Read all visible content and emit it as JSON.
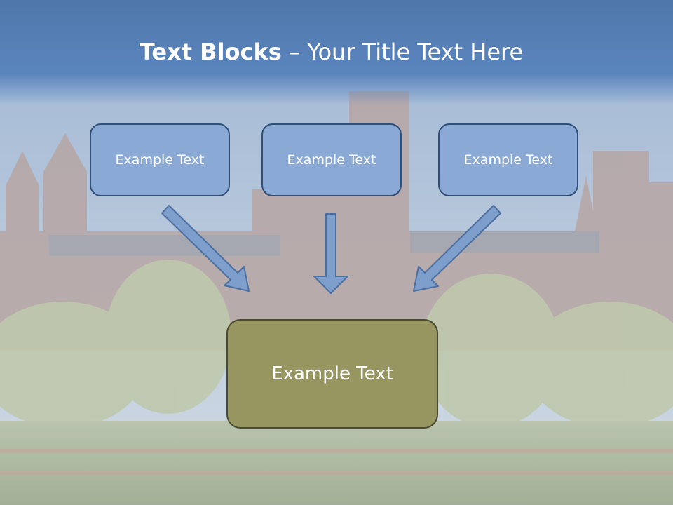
{
  "title": {
    "bold": "Text Blocks",
    "rest": " – Your Title Text Here"
  },
  "boxes": {
    "top": [
      "Example Text",
      "Example Text",
      "Example Text"
    ],
    "bottom": "Example Text"
  },
  "colors": {
    "title_band": "#4f77ab",
    "top_box_fill": "#8aa9d4",
    "top_box_border": "#2f4f78",
    "bottom_box_fill": "#979660",
    "arrow_fill": "#7e9fcc",
    "arrow_stroke": "#4b6fa0"
  }
}
